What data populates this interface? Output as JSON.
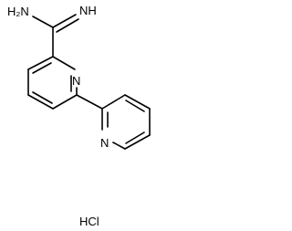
{
  "molecule": {
    "amine_label": "H₂N",
    "imine_label": "NH",
    "ring1_nitrogen": "N",
    "ring2_nitrogen": "N",
    "salt": "HCl"
  }
}
